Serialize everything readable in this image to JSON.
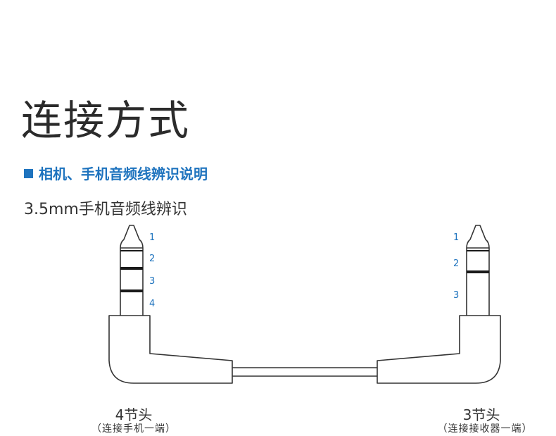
{
  "title": "连接方式",
  "section_heading": "相机、手机音频线辨识说明",
  "subtitle": "3.5mm手机音频线辨识",
  "left_plug": {
    "label": "4节头",
    "note": "（连接手机一端）",
    "segments": [
      "1",
      "2",
      "3",
      "4"
    ]
  },
  "right_plug": {
    "label": "3节头",
    "note": "（连接接收器一端）",
    "segments": [
      "1",
      "2",
      "3"
    ]
  },
  "colors": {
    "accent": "#1e73be",
    "line": "#333333",
    "band": "#1a1a1a"
  }
}
